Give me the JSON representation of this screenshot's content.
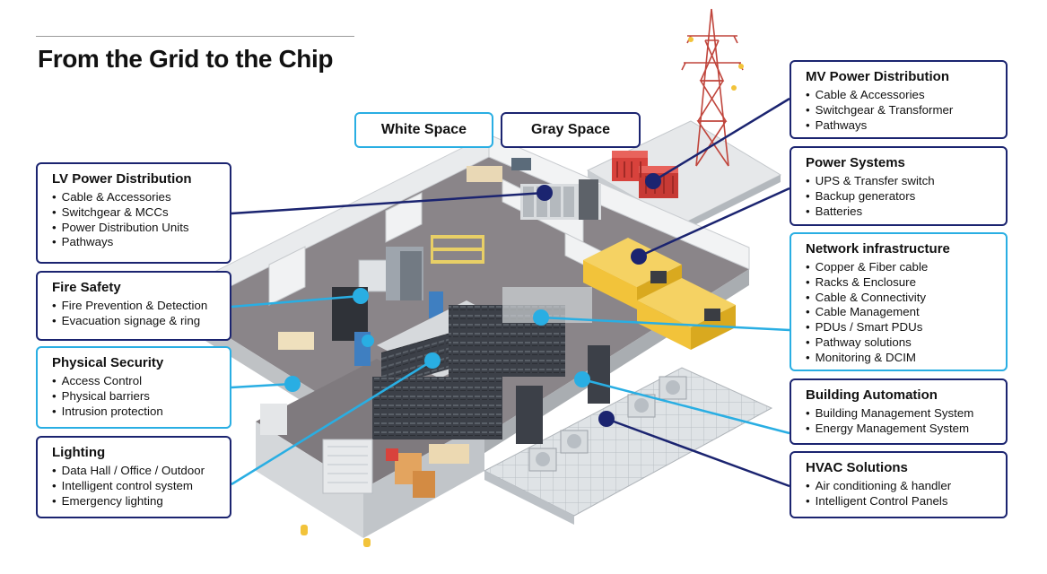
{
  "title": "From the Grid to the Chip",
  "spaces": {
    "white": "White Space",
    "gray": "Gray Space"
  },
  "colors": {
    "navy": "#1b2470",
    "light_blue": "#29aee3",
    "rack_dark": "#3c4048",
    "generator_yellow": "#f2c33a",
    "transformer_red": "#d8423c",
    "floor_gray": "#8a8589"
  },
  "categories": {
    "lv_power": {
      "title": "LV Power Distribution",
      "items": [
        "Cable & Accessories",
        "Switchgear & MCCs",
        "Power Distribution Units",
        "Pathways"
      ]
    },
    "fire_safety": {
      "title": "Fire Safety",
      "items": [
        "Fire Prevention & Detection",
        "Evacuation signage & ring"
      ]
    },
    "physical_security": {
      "title": "Physical Security",
      "items": [
        "Access Control",
        "Physical barriers",
        "Intrusion protection"
      ]
    },
    "lighting": {
      "title": "Lighting",
      "items": [
        "Data Hall / Office / Outdoor",
        "Intelligent control system",
        "Emergency lighting"
      ]
    },
    "mv_power": {
      "title": "MV Power Distribution",
      "items": [
        "Cable & Accessories",
        "Switchgear & Transformer",
        "Pathways"
      ]
    },
    "power_systems": {
      "title": "Power Systems",
      "items": [
        "UPS & Transfer switch",
        "Backup generators",
        "Batteries"
      ]
    },
    "network": {
      "title": "Network infrastructure",
      "items": [
        "Copper & Fiber cable",
        "Racks & Enclosure",
        "Cable & Connectivity",
        "Cable Management",
        "PDUs / Smart PDUs",
        "Pathway solutions",
        "Monitoring & DCIM"
      ]
    },
    "building_automation": {
      "title": "Building Automation",
      "items": [
        "Building Management System",
        "Energy Management System"
      ]
    },
    "hvac": {
      "title": "HVAC Solutions",
      "items": [
        "Air conditioning & handler",
        "Intelligent Control Panels"
      ]
    }
  }
}
